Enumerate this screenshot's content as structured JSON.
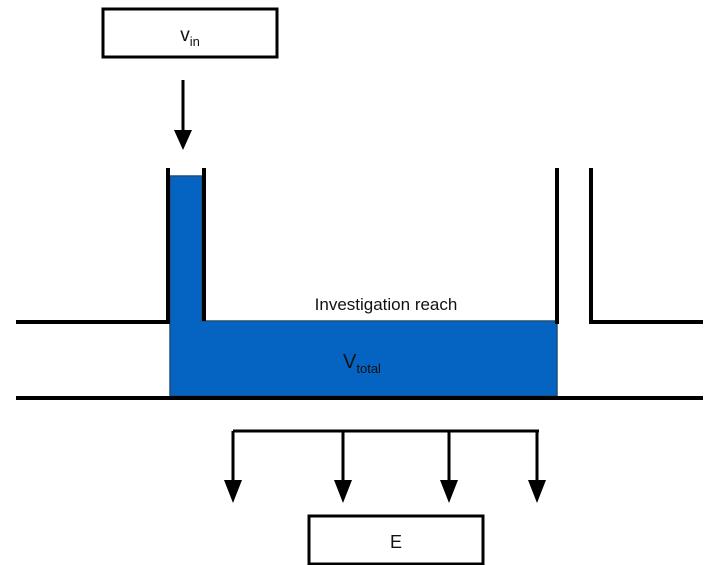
{
  "labels": {
    "inflow": {
      "main": "v",
      "sub": "in"
    },
    "reach": "Investigation reach",
    "volume": {
      "main": "V",
      "sub": "total"
    },
    "exfiltration": "E"
  },
  "colors": {
    "water": "#0563C1",
    "water_edge": "#1F4E79",
    "line": "#000000",
    "background": "#ffffff"
  }
}
